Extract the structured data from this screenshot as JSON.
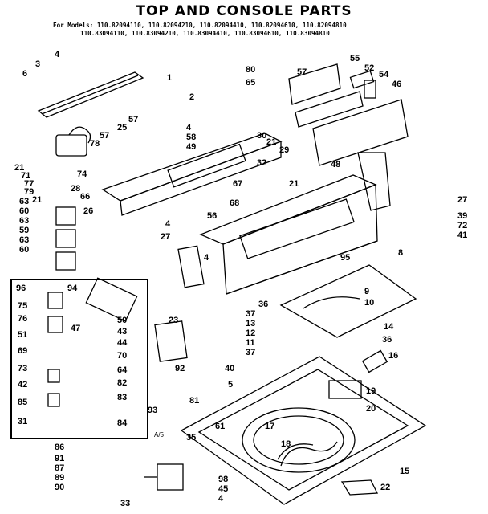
{
  "title": "TOP AND CONSOLE PARTS",
  "models": {
    "line1": "For Models: 110.82094110, 110.82094210, 110.82094410, 110.82094610, 110.82094810",
    "line2": "110.83094110, 110.83094210, 110.83094410, 110.83094610, 110.83094810"
  },
  "inset_mark": "A/5",
  "callouts": [
    "1",
    "2",
    "3",
    "4",
    "5",
    "6",
    "8",
    "9",
    "10",
    "11",
    "12",
    "13",
    "14",
    "15",
    "16",
    "17",
    "18",
    "19",
    "20",
    "21",
    "22",
    "23",
    "25",
    "26",
    "27",
    "28",
    "29",
    "30",
    "31",
    "32",
    "33",
    "35",
    "36",
    "37",
    "39",
    "40",
    "41",
    "42",
    "43",
    "44",
    "45",
    "46",
    "47",
    "48",
    "49",
    "50",
    "51",
    "52",
    "54",
    "55",
    "56",
    "57",
    "58",
    "59",
    "60",
    "61",
    "63",
    "64",
    "65",
    "66",
    "67",
    "69",
    "70",
    "71",
    "72",
    "73",
    "74",
    "75",
    "76",
    "77",
    "78",
    "79",
    "80",
    "81",
    "82",
    "83",
    "84",
    "85",
    "86",
    "87",
    "89",
    "90",
    "91",
    "92",
    "93",
    "94",
    "95",
    "96",
    "98"
  ]
}
